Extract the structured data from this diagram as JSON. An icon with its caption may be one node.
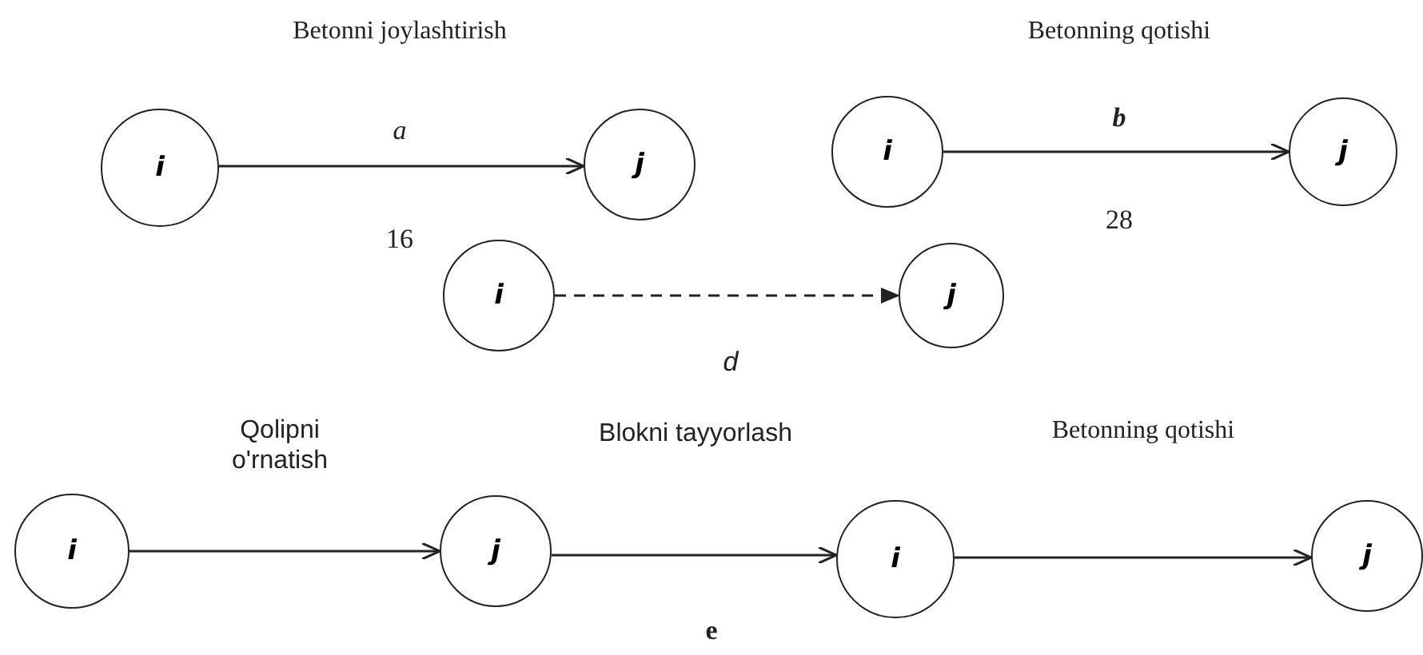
{
  "diagram": {
    "nodes": [
      {
        "text": [
          "i"
        ]
      },
      {
        "text": [
          "j"
        ]
      },
      {
        "text": [
          "i"
        ]
      },
      {
        "text": [
          "j"
        ]
      },
      {
        "text": [
          "i"
        ]
      },
      {
        "text": [
          "j"
        ]
      },
      {
        "text": [
          "i"
        ]
      },
      {
        "text": [
          "j"
        ]
      },
      {
        "text": [
          "i"
        ]
      },
      {
        "text": [
          "j"
        ]
      }
    ],
    "edges": [
      {
        "from": 0,
        "to": 1,
        "arrow": "to",
        "label": "Betonni joylashtirish"
      },
      {
        "from": 2,
        "to": 3,
        "arrow": "to",
        "label": "Betonning qotishi"
      },
      {
        "from": 4,
        "to": 5,
        "arrow": "to",
        "style": "dashed"
      },
      {
        "from": 6,
        "to": 7,
        "arrow": "to",
        "label": "Qolipni o'rnatish"
      },
      {
        "from": 7,
        "to": 8,
        "arrow": "to",
        "label": "Blokni tayyorlash"
      },
      {
        "from": 8,
        "to": 9,
        "arrow": "to",
        "label": "Betonning qotishi"
      }
    ],
    "labels": [
      "a",
      "16",
      "b",
      "28",
      "d",
      "e"
    ]
  }
}
